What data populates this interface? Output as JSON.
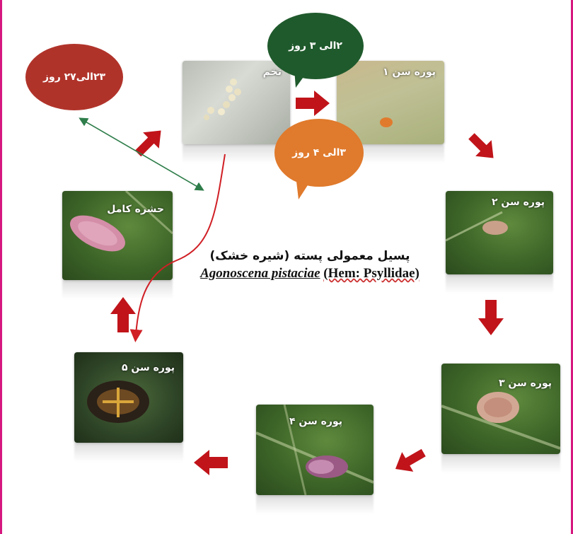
{
  "title": {
    "persian": "پسیل معمولی پسته (شیره خشک)",
    "scientific_name": "Agonoscena pistaciae",
    "family": "(Hem: Psyllidae)"
  },
  "stages": {
    "egg": "تخم",
    "nymph1": "پوره سن ۱",
    "nymph2": "پوره سن ۲",
    "nymph3": "پوره سن ۳",
    "nymph4": "پوره سن ۴",
    "nymph5": "پوره سن ۵",
    "adult": "حشره کامل"
  },
  "bubbles": {
    "green": "۲الی ۳ روز",
    "orange": "۳الی ۴ روز",
    "red": "۲۳الی۲۷ روز"
  },
  "colors": {
    "frame": "#d6177f",
    "arrow": "#c0141a",
    "bubble_green": "#1f5a2c",
    "bubble_orange": "#e07a2c",
    "bubble_red": "#b0332a",
    "connector_line": "#2e7d4a"
  }
}
